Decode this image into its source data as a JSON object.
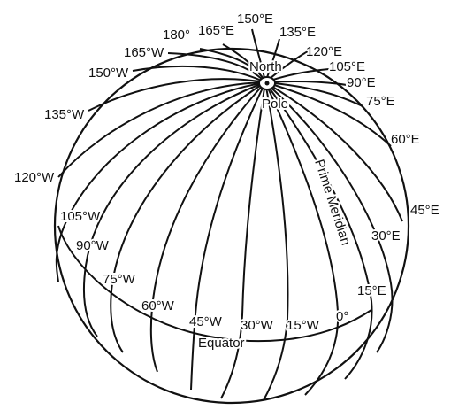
{
  "diagram": {
    "north_label": "North",
    "pole_label": "Pole",
    "prime_meridian_label": "Prime Meridian",
    "equator_label": "Equator",
    "meridians": [
      {
        "id": "m180",
        "label": "180°"
      },
      {
        "id": "m165w",
        "label": "165°W"
      },
      {
        "id": "m150w",
        "label": "150°W"
      },
      {
        "id": "m135w",
        "label": "135°W"
      },
      {
        "id": "m120w",
        "label": "120°W"
      },
      {
        "id": "m105w",
        "label": "105°W"
      },
      {
        "id": "m90w",
        "label": "90°W"
      },
      {
        "id": "m75w",
        "label": "75°W"
      },
      {
        "id": "m60w",
        "label": "60°W"
      },
      {
        "id": "m45w",
        "label": "45°W"
      },
      {
        "id": "m30w",
        "label": "30°W"
      },
      {
        "id": "m15w",
        "label": "15°W"
      },
      {
        "id": "m0",
        "label": "0°"
      },
      {
        "id": "m15e",
        "label": "15°E"
      },
      {
        "id": "m30e",
        "label": "30°E"
      },
      {
        "id": "m45e",
        "label": "45°E"
      },
      {
        "id": "m60e",
        "label": "60°E"
      },
      {
        "id": "m75e",
        "label": "75°E"
      },
      {
        "id": "m90e",
        "label": "90°E"
      },
      {
        "id": "m105e",
        "label": "105°E"
      },
      {
        "id": "m120e",
        "label": "120°E"
      },
      {
        "id": "m135e",
        "label": "135°E"
      },
      {
        "id": "m150e",
        "label": "150°E"
      },
      {
        "id": "m165e",
        "label": "165°E"
      }
    ]
  }
}
